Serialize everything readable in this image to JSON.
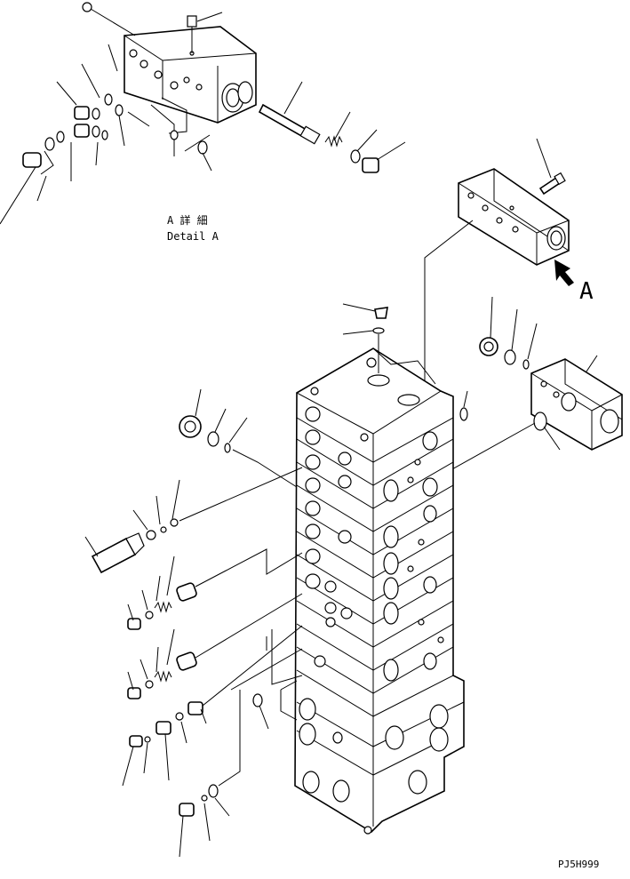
{
  "detail": {
    "title_jp": "A 詳 細",
    "title_en": "Detail A",
    "view_marker": "A"
  },
  "drawing_code": "PJ5H999",
  "icons": {
    "view_arrow": "view-direction-arrow-icon"
  }
}
